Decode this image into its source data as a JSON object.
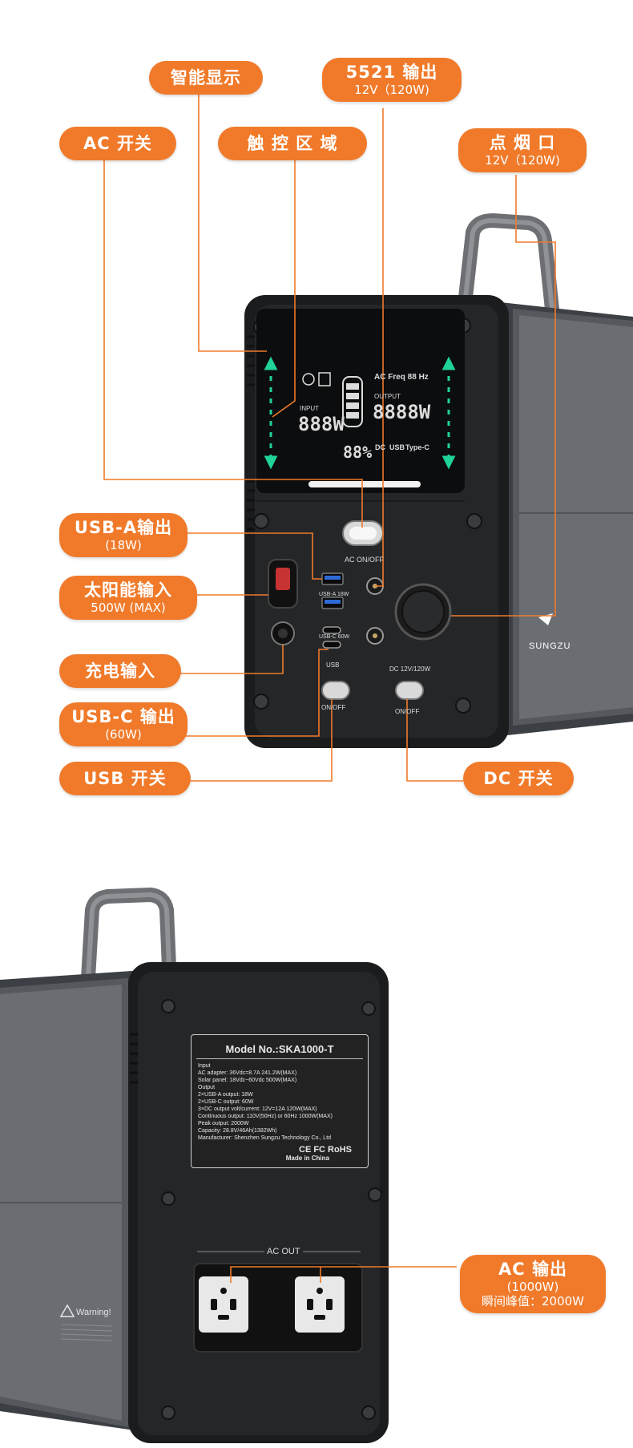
{
  "labels": {
    "smart_display": "智能显示",
    "out_5521": "5521 输出",
    "out_5521_sub": "12V（120W)",
    "ac_switch": "AC 开关",
    "touch_area": "触 控 区 域",
    "cigarette": "点 烟 口",
    "cigarette_sub": "12V（120W)",
    "usba_out": "USB-A输出",
    "usba_sub": "(18W)",
    "solar_in": "太阳能输入",
    "solar_sub": "500W (MAX)",
    "charge_in": "充电输入",
    "usbc_out": "USB-C 输出",
    "usbc_sub": "(60W)",
    "usb_switch": "USB 开关",
    "dc_switch": "DC 开关",
    "ac_out": "AC 输出",
    "ac_out_sub1": "(1000W)",
    "ac_out_sub2": "瞬间峰值：2000W"
  },
  "device_front": {
    "ac_onoff": "AC ON/OFF",
    "usb_a_label": "USB-A 18W",
    "usb_c_label": "USB-C 60W",
    "usb": "USB",
    "dc_label": "DC 12V/120W",
    "onoff": "ON/OFF",
    "onoff2": "ON/OFF",
    "brand": "SUNGZU",
    "lcd_input": "INPUT",
    "lcd_output": "OUTPUT",
    "lcd_input_val": "888W",
    "lcd_output_val": "8888W",
    "lcd_percent": "88%",
    "lcd_acfreq": "AC Freq 88 Hz",
    "lcd_dc": "DC",
    "lcd_usb": "USB",
    "lcd_typec": "Type-C"
  },
  "device_back": {
    "model_title": "Model No.:SKA1000-T",
    "specs": [
      "Input",
      "AC adapter: 36Vdc=8.7A  241.2W(MAX)",
      "Solar panel: 18Vdc~60Vdc 500W(MAX)",
      "Output",
      "2×USB-A output: 18W",
      "2×USB-C output: 60W",
      "3×DC output volt/current: 12V=12A 120W(MAX)",
      "Continuous output: 110V(50Hz) or 60Hz 1000W(MAX)",
      "Peak output: 2000W",
      "Capacity: 28.8V/46Ah(1382Wh)",
      "Manufacturer: Shenzhen Sungzu Technology Co., Ltd"
    ],
    "marks": "CE FC RoHS",
    "made_in": "Made in China",
    "ac_out_label": "AC OUT",
    "warning": "Warning!"
  },
  "colors": {
    "accent": "#f07a2a",
    "body_dark": "#1e1f21",
    "panel": "#2b2d30",
    "lcd_green": "#1fd39a"
  }
}
